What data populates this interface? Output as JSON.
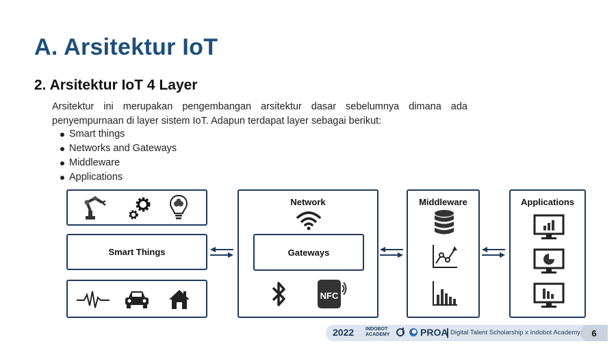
{
  "slide": {
    "title": "A. Arsitektur IoT",
    "subtitle": "2. Arsitektur IoT 4 Layer",
    "paragraph": "Arsitektur ini merupakan pengembangan arsitektur dasar sebelumnya dimana ada penyempurnaan di layer sistem IoT. Adapun terdapat layer  sebagai berikut:",
    "bullets": [
      "Smart things",
      "Networks and Gateways",
      "Middleware",
      "Applications"
    ]
  },
  "diagram": {
    "smart_things_label": "Smart Things",
    "network_label": "Network",
    "gateways_label": "Gateways",
    "middleware_label": "Middleware",
    "applications_label": "Applications",
    "icons": {
      "things_top": [
        "robot-arm-icon",
        "gears-icon",
        "lightbulb-brain-icon"
      ],
      "things_bottom": [
        "heartbeat-icon",
        "car-icon",
        "home-icon"
      ],
      "network": [
        "wifi-icon",
        "bluetooth-icon",
        "nfc-phone-icon"
      ],
      "nfc_text": "NFC",
      "middleware": [
        "database-icon",
        "line-chart-icon",
        "bar-chart-icon"
      ],
      "applications": [
        "monitor-bar-chart-icon",
        "monitor-pie-chart-icon",
        "monitor-bar-chart-alt-icon"
      ]
    }
  },
  "footer": {
    "year": "2022",
    "indobot_logo": "INDOBOT ACADEMY",
    "proa_logo": "PROA",
    "text": "Digital Talent Scholarship x Indobot Academy",
    "page_number": "6"
  },
  "colors": {
    "title": "#1f4e79",
    "box_border": "#1f3b5c",
    "footer_bg": "#dde5ee",
    "page_num_bg": "#c9d3de",
    "arrow": "#1f3b5c"
  }
}
